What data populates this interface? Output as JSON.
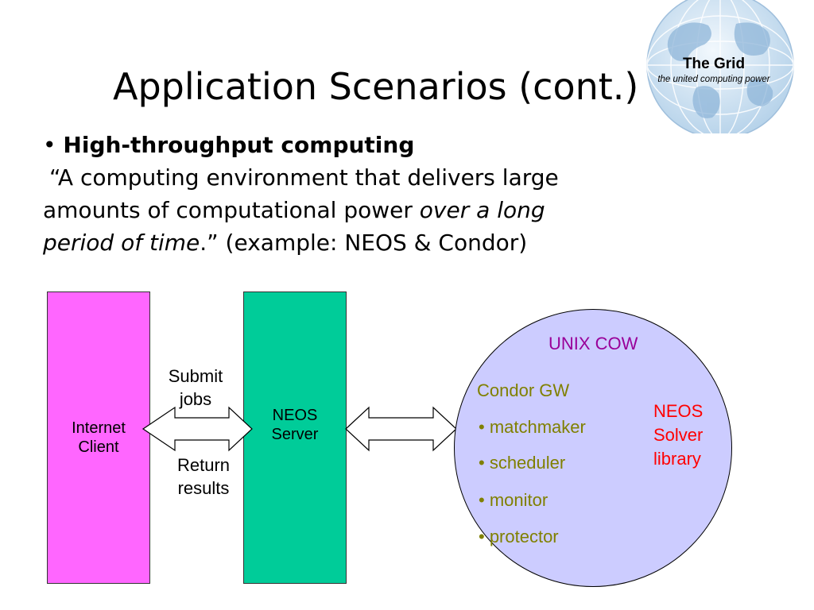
{
  "slide": {
    "title": "Application Scenarios (cont.)",
    "bullet_marker": "•",
    "bullet_heading": "High-throughput computing",
    "quote_line1": "“A computing environment that delivers large",
    "quote_line2_normal": "amounts of computational power ",
    "quote_line2_italic": "over a long",
    "quote_line3_italic": "period of time",
    "quote_line3_rest": ".” (example: NEOS & Condor)"
  },
  "logo": {
    "title": "The Grid",
    "subtitle": "the united computing power"
  },
  "diagram": {
    "client_label_1": "Internet",
    "client_label_2": "Client",
    "server_label_1": "NEOS",
    "server_label_2": "Server",
    "submit_label_1": "Submit",
    "submit_label_2": "jobs",
    "return_label_1": "Return",
    "return_label_2": "results",
    "cow": {
      "title": "UNIX COW",
      "condor_title": "Condor GW",
      "components": [
        "• matchmaker",
        "• scheduler",
        "• monitor",
        "• protector"
      ],
      "solver_1": "NEOS",
      "solver_2": "Solver",
      "solver_3": "library"
    }
  },
  "colors": {
    "client_fill": "#ff66ff",
    "server_fill": "#00cc99",
    "cow_fill": "#ccccff",
    "cow_title": "#990099",
    "condor_text": "#808000",
    "solver_text": "#ff0000",
    "globe_fill": "#cfe2f3"
  }
}
